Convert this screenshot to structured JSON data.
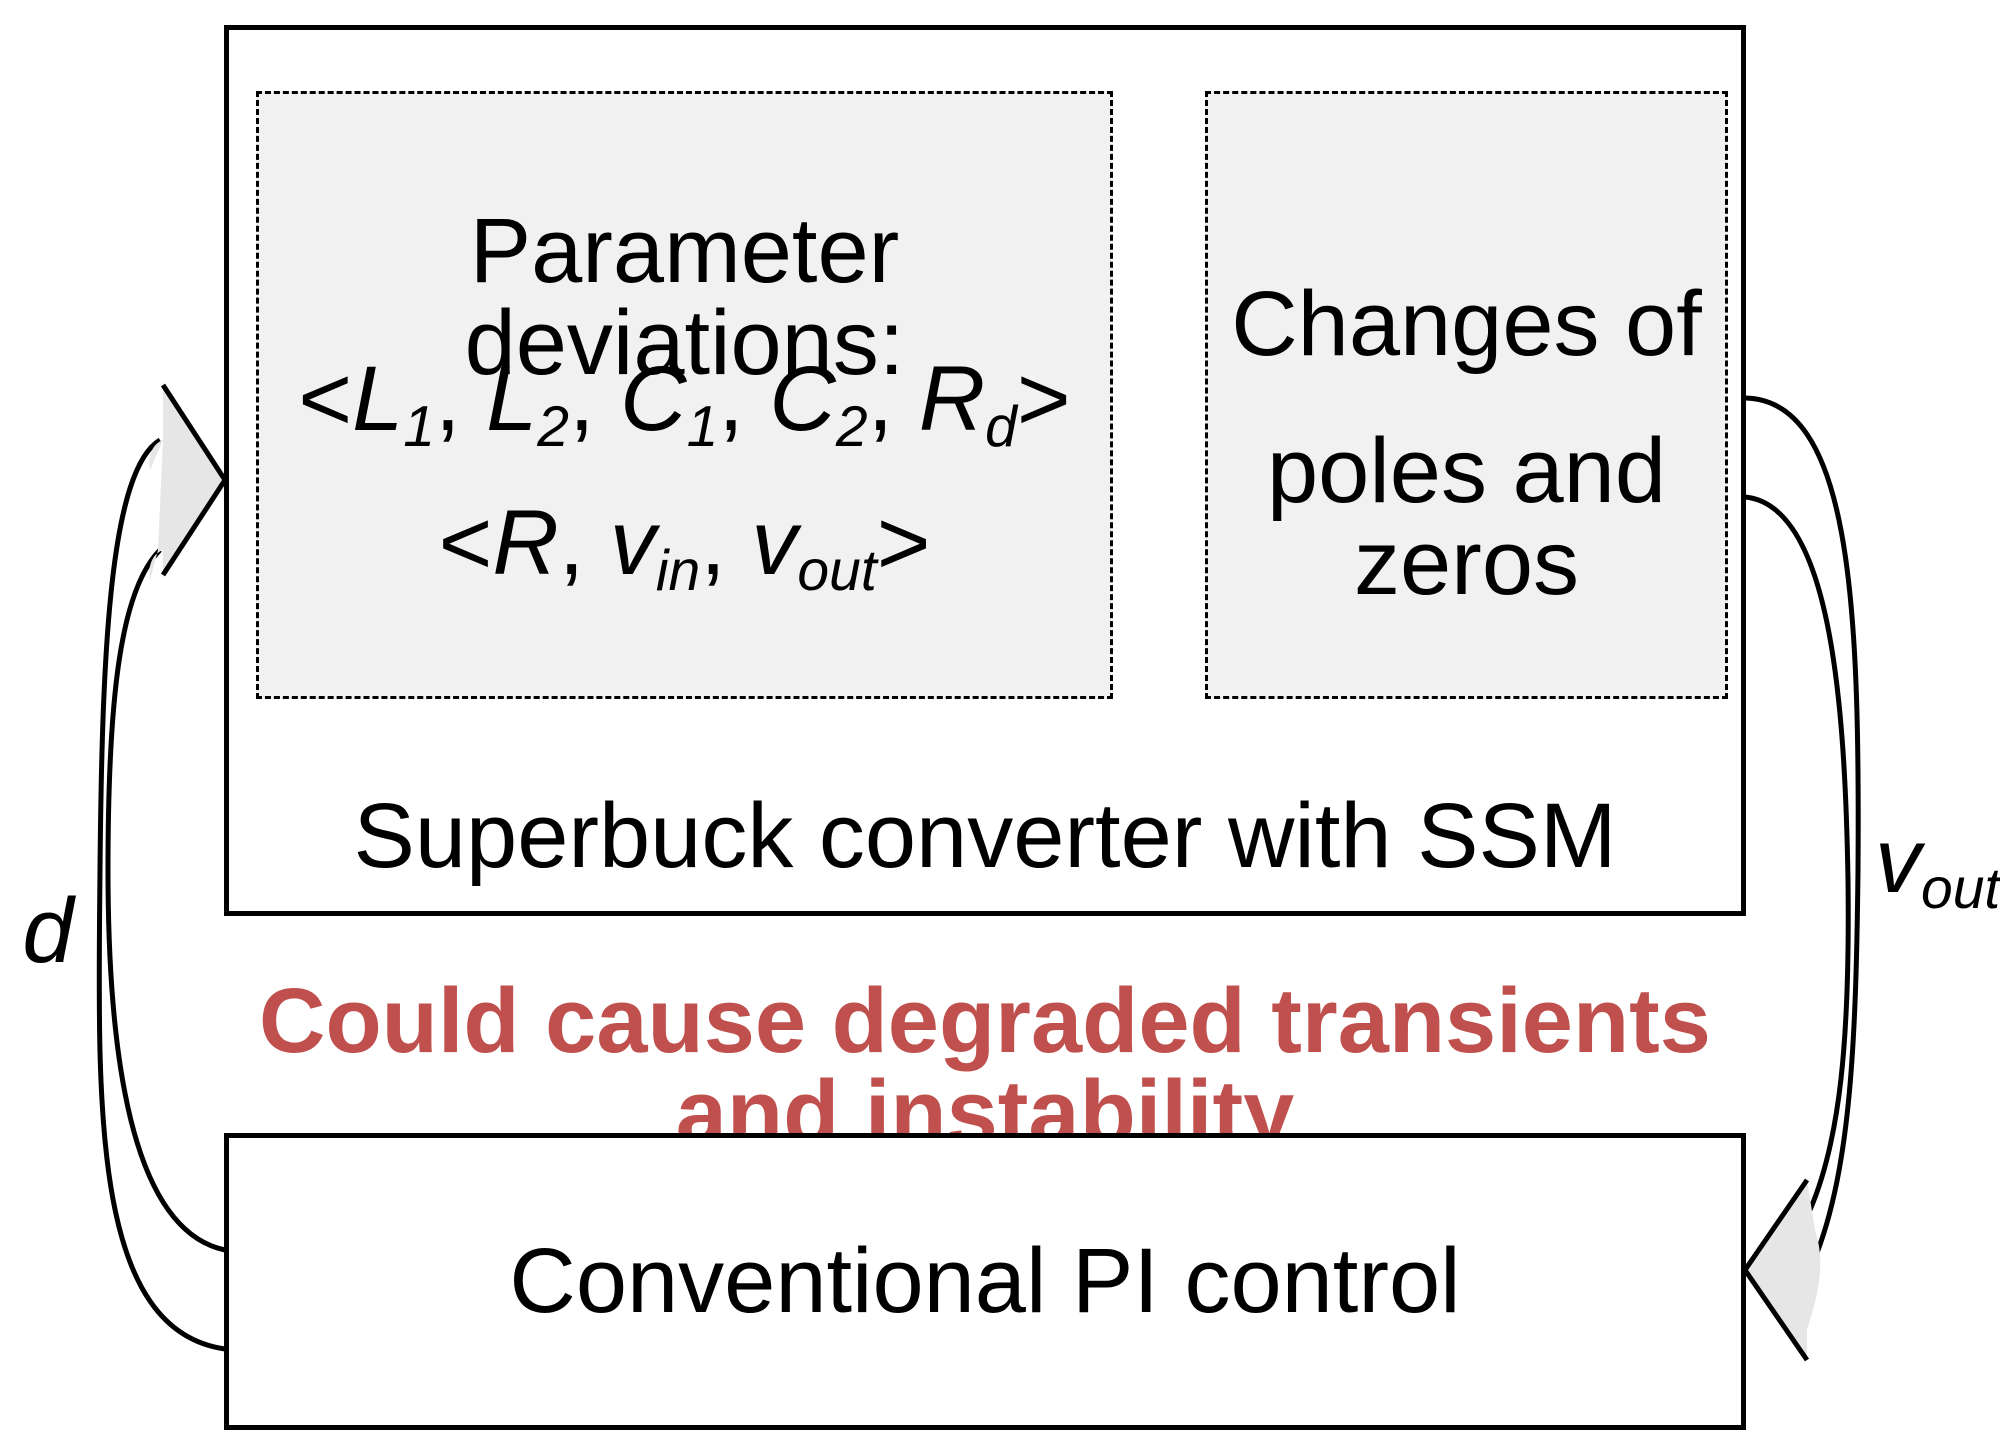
{
  "converter": {
    "label": "Superbuck converter with SSM",
    "params_title": "Parameter deviations:",
    "params_set1": {
      "open": "<",
      "L": "L",
      "L1_sub": "1",
      "L2_sub": "2",
      "C": "C",
      "C1_sub": "1",
      "C2_sub": "2",
      "R": "R",
      "Rd_sub": "d",
      "close": ">"
    },
    "params_set2": {
      "open": "<",
      "R": "R",
      "v": "v",
      "vin_sub": "in",
      "vout_sub": "out",
      "close": ">"
    },
    "changes_line1": "Changes of",
    "changes_line2": "poles and zeros"
  },
  "warning": "Could cause degraded transients and instability",
  "controller": {
    "label": "Conventional PI control"
  },
  "signals": {
    "d": "d",
    "vout_base": "v",
    "vout_sub": "out"
  },
  "colors": {
    "arrow_teal": "#215968",
    "warning_red": "#c0504d",
    "inner_fill": "#f1f1f1"
  }
}
